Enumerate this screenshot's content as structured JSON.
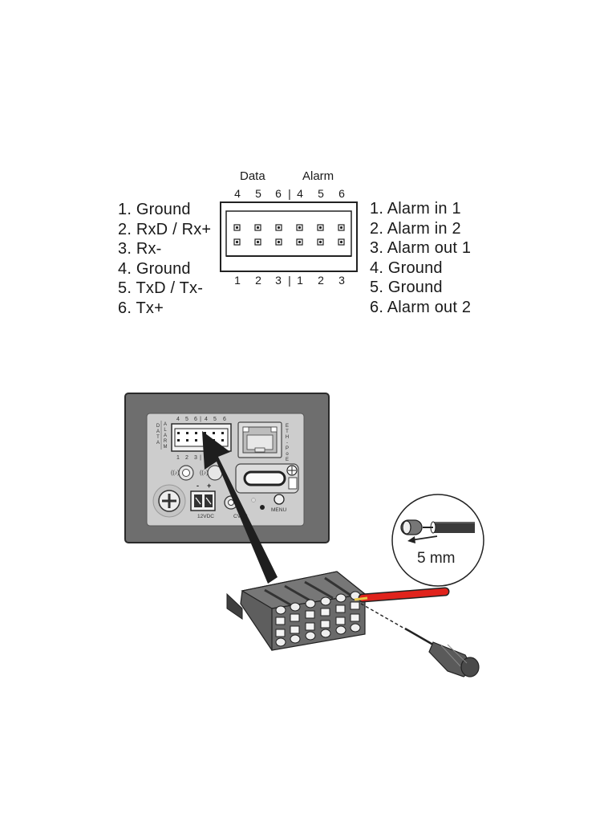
{
  "connector_diagram": {
    "group_labels": {
      "data": "Data",
      "alarm": "Alarm"
    },
    "top_pin_numbers": [
      "4",
      "5",
      "6",
      "4",
      "5",
      "6"
    ],
    "bottom_pin_numbers": [
      "1",
      "2",
      "3",
      "1",
      "2",
      "3"
    ],
    "separator": "|"
  },
  "data_pins": [
    {
      "label": "1. Ground"
    },
    {
      "label": "2. RxD / Rx+"
    },
    {
      "label": "3. Rx-"
    },
    {
      "label": "4. Ground"
    },
    {
      "label": "5. TxD / Tx-"
    },
    {
      "label": "6. Tx+"
    }
  ],
  "alarm_pins": [
    {
      "label": "1. Alarm in 1"
    },
    {
      "label": "2. Alarm in 2"
    },
    {
      "label": "3. Alarm out 1"
    },
    {
      "label": "4. Ground"
    },
    {
      "label": "5. Ground"
    },
    {
      "label": "6. Alarm out 2"
    }
  ],
  "device_panel": {
    "data_vertical_label": "DATA",
    "alarm_vertical_label": "ALARM",
    "eth_label": "ETH - PoE",
    "power_label": "12VDC",
    "power_polarity": [
      "-",
      "+"
    ],
    "cvbs_label": "CVBS",
    "menu_label": "MENU",
    "top_pin_numbers": [
      "4",
      "5",
      "6",
      "4",
      "5",
      "6"
    ],
    "bottom_pin_numbers": [
      "1",
      "2",
      "3"
    ]
  },
  "wire_strip": {
    "length_label": "5 mm"
  },
  "colors": {
    "wire": "#e0231c",
    "panel": "#6e6e6e",
    "face": "#cdcdcd"
  }
}
